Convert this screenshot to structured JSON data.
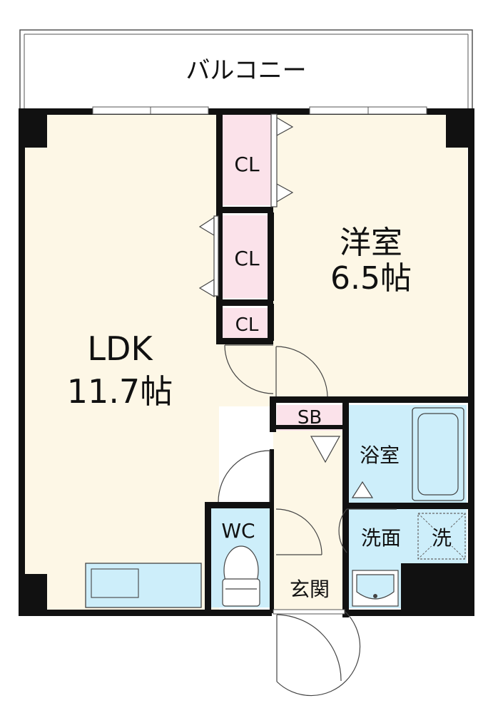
{
  "labels": {
    "balcony": "バルコニー",
    "ldk_name": "LDK",
    "ldk_size": "11.7帖",
    "western_name": "洋室",
    "western_size": "6.5帖",
    "cl_top": "CL",
    "cl_middle": "CL",
    "cl_bottom": "CL",
    "shoe_box": "SB",
    "bathroom": "浴室",
    "washroom": "洗面",
    "washer": "洗",
    "toilet": "WC",
    "entrance": "玄関"
  },
  "colors": {
    "wall": "#111111",
    "room_floor": "#fdf7e6",
    "closet": "#fbe2ea",
    "wet_area": "#cdeefa",
    "outline": "#555555"
  }
}
